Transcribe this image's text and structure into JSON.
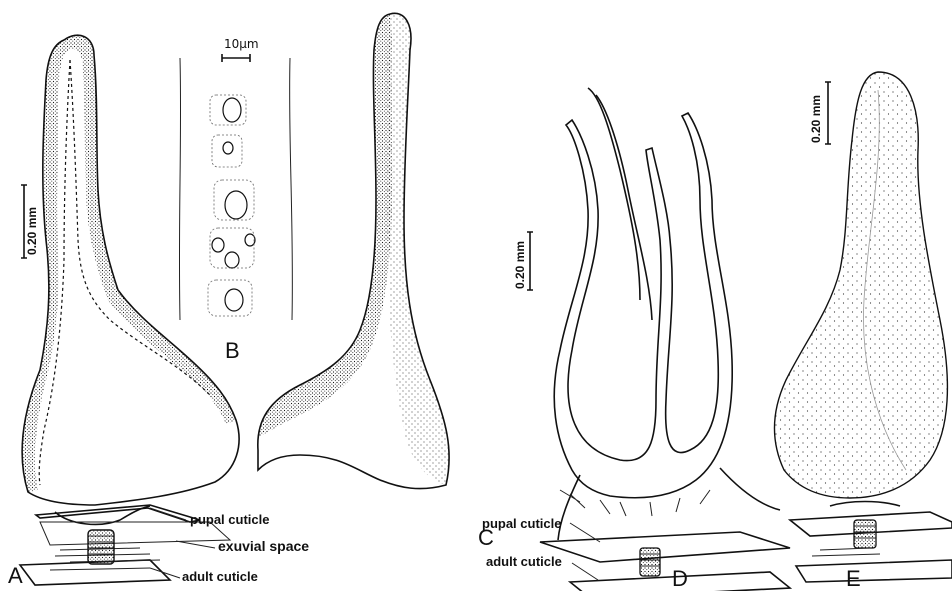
{
  "panels": {
    "a": "A",
    "b": "B",
    "c": "C",
    "d": "D",
    "e": "E"
  },
  "scale_bars": {
    "a": "0.20 mm",
    "b": "10μm",
    "d": "0.20 mm",
    "e": "0.20 mm"
  },
  "labels": {
    "a_pupal": "pupal cuticle",
    "a_exuvial": "exuvial space",
    "a_adult": "adult cuticle",
    "d_pupal": "pupal cuticle",
    "d_adult": "adult cuticle"
  }
}
